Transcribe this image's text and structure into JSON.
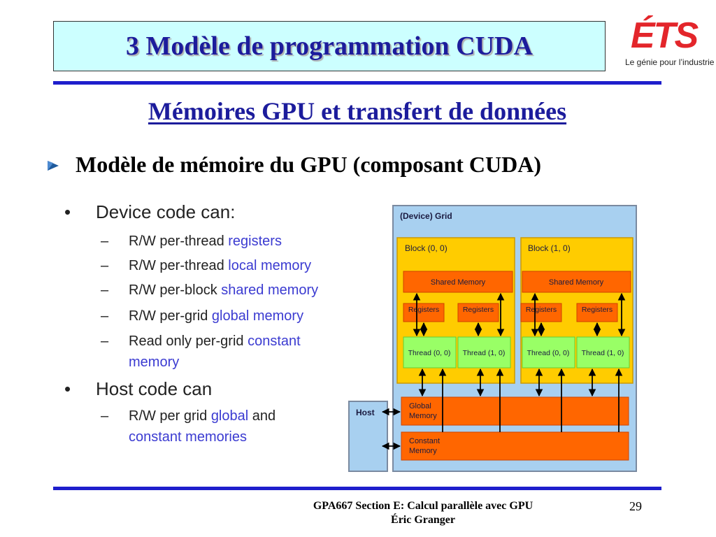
{
  "title": "3 Modèle de programmation CUDA",
  "logo": {
    "mark": "ÉTS",
    "tagline": "Le génie pour l’industrie"
  },
  "subtitle": "Mémoires GPU et transfert de données",
  "main_bullet": "Modèle de mémoire du GPU (composant CUDA)",
  "list": {
    "device_heading": "Device code can:",
    "device_items": [
      {
        "prefix": "R/W per-thread ",
        "highlight": "registers",
        "suffix": ""
      },
      {
        "prefix": "R/W per-thread ",
        "highlight": "local memory",
        "suffix": ""
      },
      {
        "prefix": "R/W per-block ",
        "highlight": "shared memory",
        "suffix": ""
      },
      {
        "prefix": "R/W per-grid ",
        "highlight": "global memory",
        "suffix": ""
      },
      {
        "prefix": "Read only per-grid ",
        "highlight": "constant",
        "suffix": ""
      }
    ],
    "device_item5_cont": "memory",
    "host_heading": "Host code can",
    "host_items": [
      {
        "prefix": "R/W per grid ",
        "highlight": "global",
        "suffix": " and"
      }
    ],
    "host_item1_cont": "constant memories"
  },
  "diagram": {
    "grid_label": "(Device) Grid",
    "blocks": [
      {
        "label": "Block (0, 0)",
        "shared": "Shared Memory",
        "registers": [
          "Registers",
          "Registers"
        ],
        "threads": [
          "Thread (0, 0)",
          "Thread (1, 0)"
        ]
      },
      {
        "label": "Block (1, 0)",
        "shared": "Shared Memory",
        "registers": [
          "Registers",
          "Registers"
        ],
        "threads": [
          "Thread (0, 0)",
          "Thread (1, 0)"
        ]
      }
    ],
    "host": "Host",
    "global_line1": "Global",
    "global_line2": "Memory",
    "constant_line1": "Constant",
    "constant_line2": "Memory"
  },
  "footer": {
    "course": "GPA667  Section E: Calcul parallèle avec GPU",
    "author": "Éric Granger",
    "page": "29"
  },
  "colors": {
    "title_blue": "#1c1c9c",
    "rule_blue": "#1e1ecc",
    "title_bg": "#ccffff",
    "highlight": "#3b3bd1",
    "grid_bg": "#a8d0f0",
    "block_bg": "#ffcc00",
    "memory_orange": "#ff6600",
    "thread_green": "#99ff66",
    "logo_red": "#e3262b"
  }
}
